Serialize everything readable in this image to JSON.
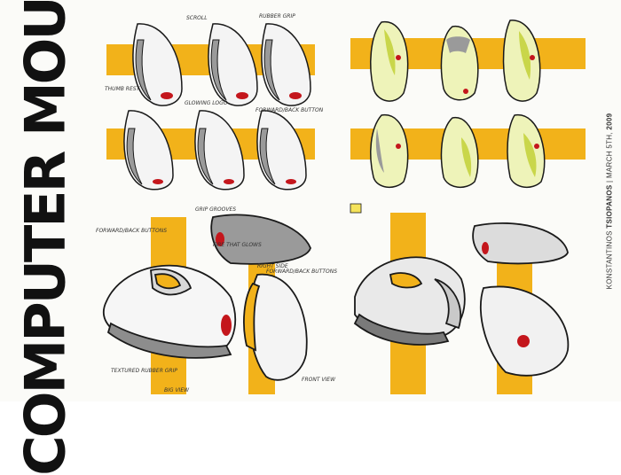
{
  "title": "COMPUTER MOUSE",
  "credit": {
    "name_first": "KONSTANTINOS",
    "name_last": "TSIOPANOS",
    "separator": "|",
    "date_plain": "MARCH 5TH,",
    "year": "2009"
  },
  "annotations": {
    "scroll": "SCROLL",
    "rubber_grip": "RUBBER GRIP",
    "thumb_rest": "THUMB REST",
    "glowing_logo": "GLOWING LOGO",
    "forward_back_button": "FORWARD/BACK BUTTON",
    "grip_grooves": "GRIP GROOVES",
    "forward_back_buttons_left": "FORWARD/BACK BUTTONS",
    "fire_that_glows": "FIRE THAT GLOWS",
    "forward_back_buttons_right": "FORWARD/BACK BUTTONS",
    "right_side": "RIGHT SIDE",
    "textured_rubber_grip": "TEXTURED RUBBER GRIP",
    "front_view": "FRONT VIEW",
    "big_view": "BIG VIEW"
  },
  "colors": {
    "marker_yellow": "#f2b21a",
    "outline": "#1a1a1a",
    "grey": "#9a9a9a",
    "red": "#c4161c",
    "lime": "#c9d64a"
  }
}
